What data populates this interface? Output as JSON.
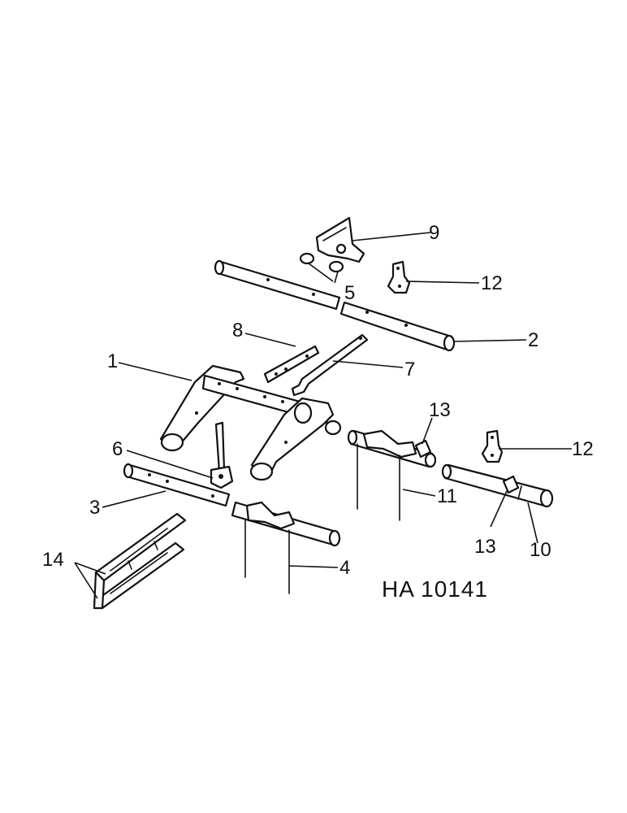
{
  "figure_ref": "HA 10141",
  "callouts": {
    "c1": "1",
    "c2": "2",
    "c3": "3",
    "c4": "4",
    "c5": "5",
    "c6": "6",
    "c7": "7",
    "c8": "8",
    "c9": "9",
    "c10": "10",
    "c11": "11",
    "c12a": "12",
    "c12b": "12",
    "c13a": "13",
    "c13b": "13",
    "c14": "14"
  },
  "colors": {
    "ink": "#111111",
    "paper": "#ffffff"
  }
}
